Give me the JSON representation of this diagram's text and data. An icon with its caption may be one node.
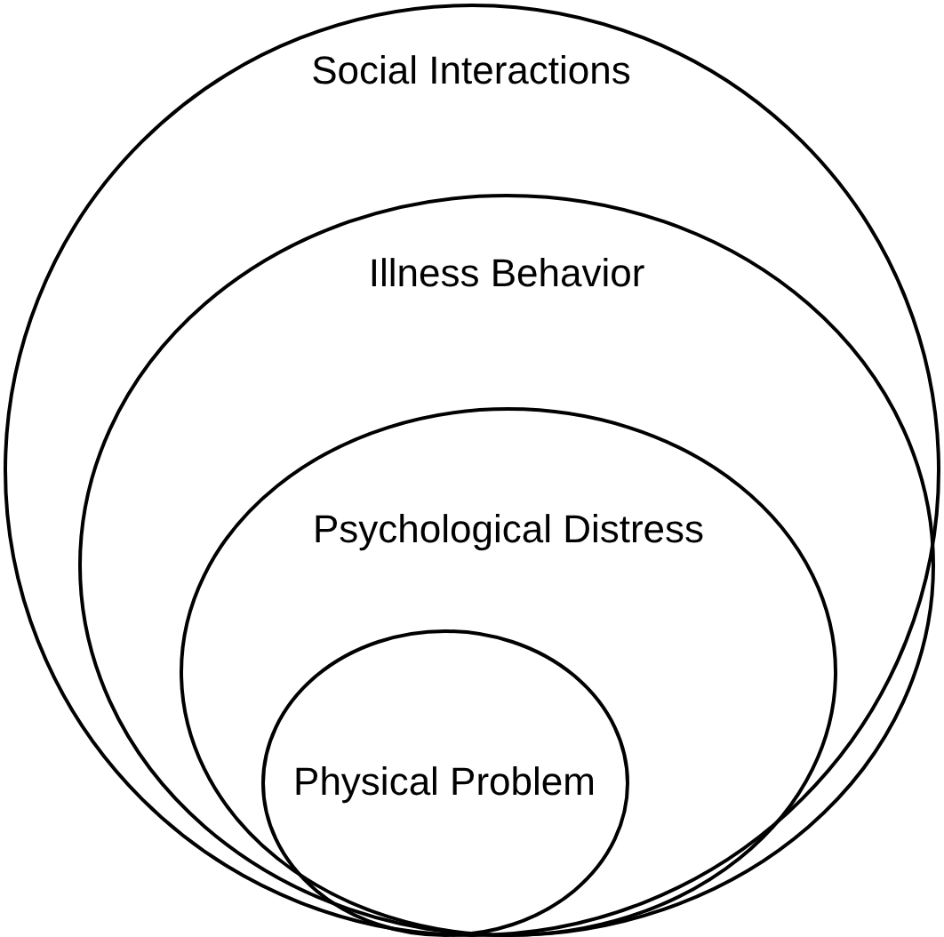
{
  "diagram": {
    "nodes": [
      {
        "text": [
          "Social Interactions"
        ]
      },
      {
        "text": [
          "Illness Behavior"
        ],
        "in": 0
      },
      {
        "text": [
          "Psychological Distress"
        ],
        "in": 1
      },
      {
        "text": [
          "Physical Problem"
        ],
        "in": 2
      }
    ]
  }
}
